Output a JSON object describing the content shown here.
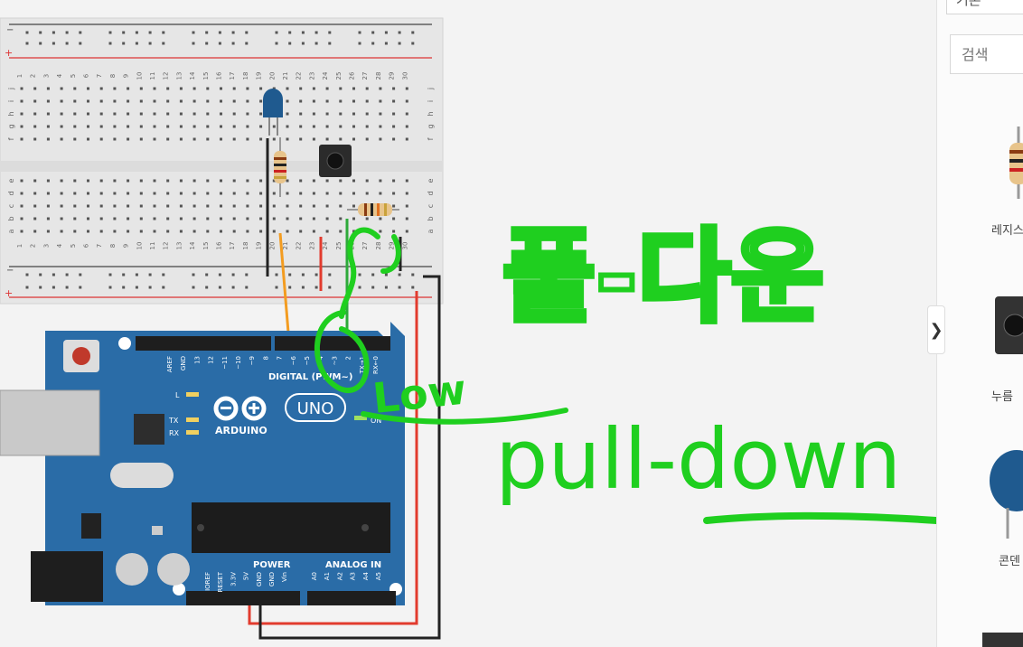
{
  "sidebar": {
    "category": "기본",
    "search_placeholder": "검색",
    "toggle_glyph": "❯",
    "components": [
      {
        "label": "레지스"
      },
      {
        "label": "누름 "
      },
      {
        "label": "콘덴"
      }
    ]
  },
  "breadboard": {
    "row_letters_top": [
      "j",
      "i",
      "h",
      "g",
      "f"
    ],
    "row_letters_bottom": [
      "e",
      "d",
      "c",
      "b",
      "a"
    ],
    "column_numbers": [
      "1",
      "2",
      "3",
      "4",
      "5",
      "6",
      "7",
      "8",
      "9",
      "10",
      "11",
      "12",
      "13",
      "14",
      "15",
      "16",
      "17",
      "18",
      "19",
      "20",
      "21",
      "22",
      "23",
      "24",
      "25",
      "26",
      "27",
      "28",
      "29",
      "30"
    ],
    "rail_minus": "−",
    "rail_plus": "+"
  },
  "arduino": {
    "brand": "ARDUINO",
    "model": "UNO",
    "digital_label": "DIGITAL (PWM~)",
    "power_label": "POWER",
    "analog_label": "ANALOG IN",
    "led_l": "L",
    "led_tx": "TX",
    "led_rx": "RX",
    "led_on": "ON",
    "digital_pins": [
      "AREF",
      "GND",
      "13",
      "12",
      "~11",
      "~10",
      "~9",
      "8",
      "7",
      "~6",
      "~5",
      "4",
      "~3",
      "2",
      "TX→1",
      "RX←0"
    ],
    "power_pins": [
      "IOREF",
      "RESET",
      "3.3V",
      "5V",
      "GND",
      "GND",
      "Vin"
    ],
    "analog_pins": [
      "A0",
      "A1",
      "A2",
      "A3",
      "A4",
      "A5"
    ]
  },
  "annotations": {
    "korean": "풀-다운",
    "low": "Low",
    "english": "pull-down"
  },
  "colors": {
    "ink": "#1fcf1f",
    "board": "#2a6ca7",
    "wire_red": "#e23b2e",
    "wire_black": "#222222",
    "wire_orange": "#f39c20",
    "wire_green": "#2eaa3a",
    "led": "#1f5a8f"
  }
}
